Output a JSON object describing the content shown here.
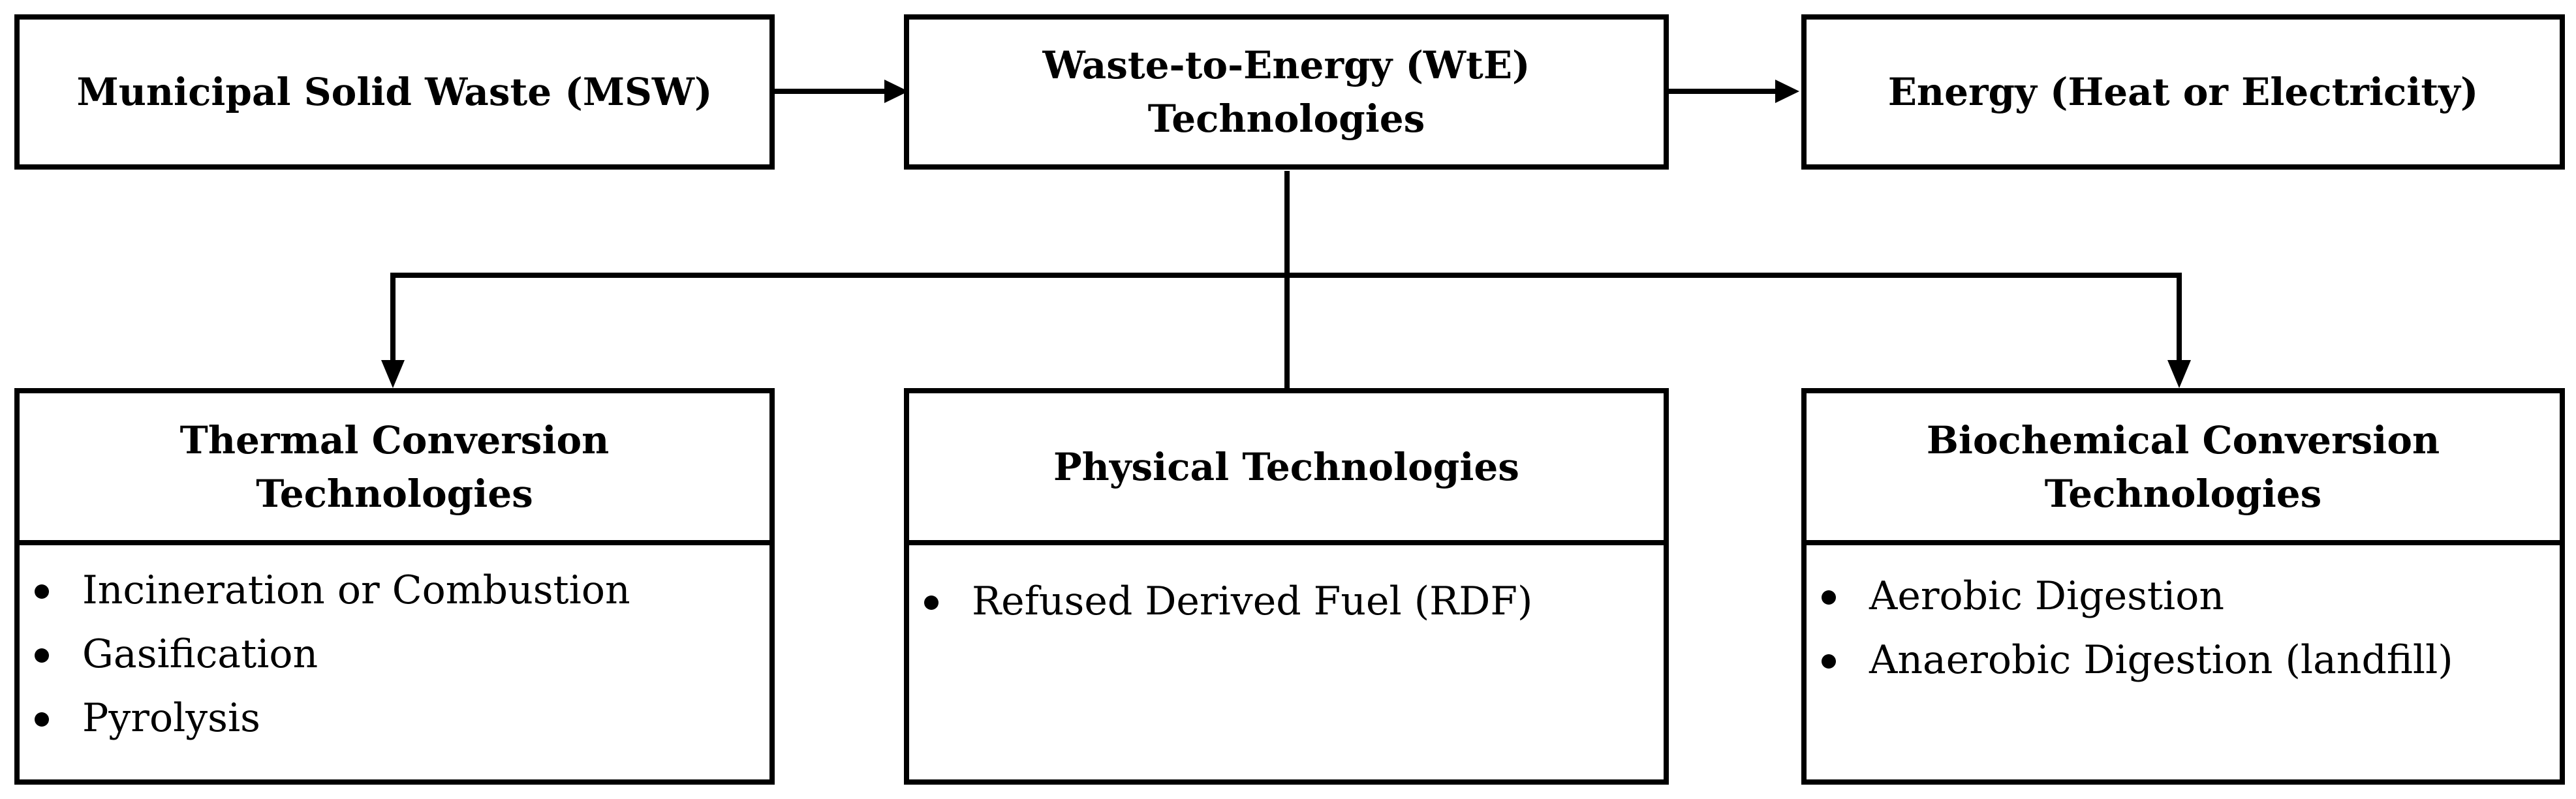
{
  "diagram": {
    "top_row": {
      "source": "Municipal Solid Waste (MSW)",
      "process_line1": "Waste-to-Energy (WtE)",
      "process_line2": "Technologies",
      "output": "Energy (Heat or Electricity)"
    },
    "categories": [
      {
        "title_line1": "Thermal Conversion",
        "title_line2": "Technologies",
        "items": [
          "Incineration or Combustion",
          "Gasification",
          "Pyrolysis"
        ]
      },
      {
        "title": "Physical Technologies",
        "items": [
          "Refused Derived Fuel (RDF)"
        ]
      },
      {
        "title_line1": "Biochemical Conversion",
        "title_line2": "Technologies",
        "items": [
          "Aerobic Digestion",
          "Anaerobic Digestion (landfill)"
        ]
      }
    ]
  }
}
